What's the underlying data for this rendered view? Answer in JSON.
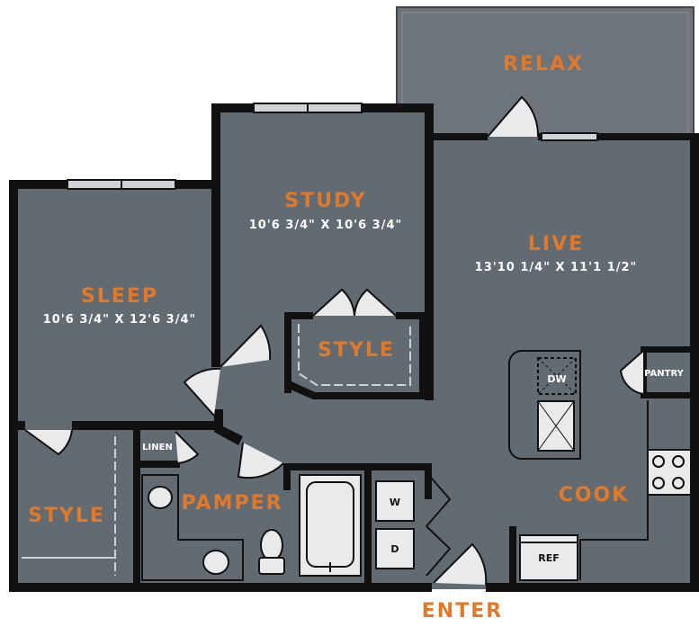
{
  "rooms": {
    "relax": "RELAX",
    "study": "STUDY",
    "study_dim": "10'6 3/4\" X 10'6 3/4\"",
    "live": "LIVE",
    "live_dim": "13'10 1/4\" X 11'1 1/2\"",
    "sleep": "SLEEP",
    "sleep_dim": "10'6 3/4\" X 12'6 3/4\"",
    "style_closet_study": "STYLE",
    "style_closet_sleep": "STYLE",
    "pamper": "PAMPER",
    "cook": "COOK",
    "enter": "ENTER"
  },
  "fixtures": {
    "linen": "LINEN",
    "pantry": "PANTRY",
    "dishwasher": "DW",
    "washer": "W",
    "dryer": "D",
    "refrigerator": "REF"
  },
  "colors": {
    "floor": "#626a72",
    "wall": "#111111",
    "label_accent": "#e07a2a",
    "balcony": "#6d747b"
  }
}
